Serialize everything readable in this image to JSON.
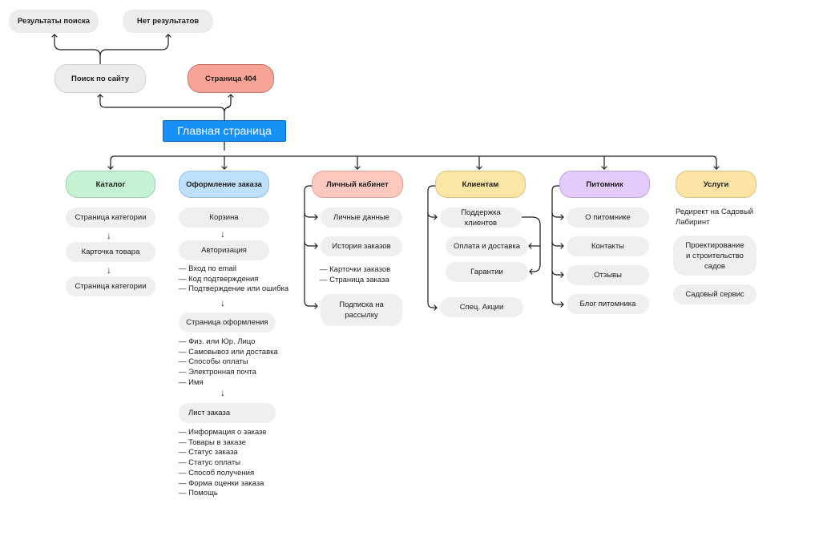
{
  "colors": {
    "main": "#1690f5",
    "catalog": "#c4f2d2",
    "checkout": "#bfe0fb",
    "account": "#fdc9bf",
    "clients": "#fbe6a6",
    "nursery": "#e3ccfb",
    "services": "#fde4a4",
    "page404": "#f7a497",
    "neutral": "#efeff1"
  },
  "top": {
    "search_results": "Результаты поиска",
    "no_results": "Нет результатов",
    "site_search": "Поиск по сайту",
    "page_404": "Страница 404",
    "main_page": "Главная страница"
  },
  "catalog": {
    "title": "Каталог",
    "items": [
      "Страница категории",
      "Карточка товара",
      "Страница категории"
    ]
  },
  "checkout": {
    "title": "Оформление заказа",
    "cart": "Корзина",
    "auth": "Авторизация",
    "auth_items": [
      "— Вход по email",
      "— Код подтверждения",
      "— Подтверждение или ошибка"
    ],
    "checkout_page": "Страница оформления",
    "checkout_items": [
      "— Физ. или Юр. Лицо",
      "— Самовывоз или доставка",
      "— Способы оплаты",
      "— Электронная почта",
      "— Имя"
    ],
    "order_sheet": "Лист заказа",
    "order_items": [
      "— Информация о заказе",
      "— Товары в заказе",
      "— Статус заказа",
      "— Статус оплаты",
      "— Способ получения",
      "— Форма оценки заказа",
      "— Помощь"
    ]
  },
  "account": {
    "title": "Личный кабинет",
    "personal": "Личные данные",
    "history": "История заказов",
    "history_items": [
      "— Карточки заказов",
      "— Страница заказа"
    ],
    "subscription": "Подписка на рассылку"
  },
  "clients": {
    "title": "Клиентам",
    "support": "Поддержка клиентов",
    "payment": "Оплата и доставка",
    "guarantees": "Гарантии",
    "promo": "Спец. Акции"
  },
  "nursery": {
    "title": "Питомник",
    "items": [
      "О питомнике",
      "Контакты",
      "Отзывы",
      "Блог питомника"
    ]
  },
  "services": {
    "title": "Услуги",
    "redirect": "Редирект на Садовый Лабиринт",
    "design": "Проектирование и строительство садов",
    "service": "Садовый сервис"
  },
  "arrow_glyph": "↓"
}
